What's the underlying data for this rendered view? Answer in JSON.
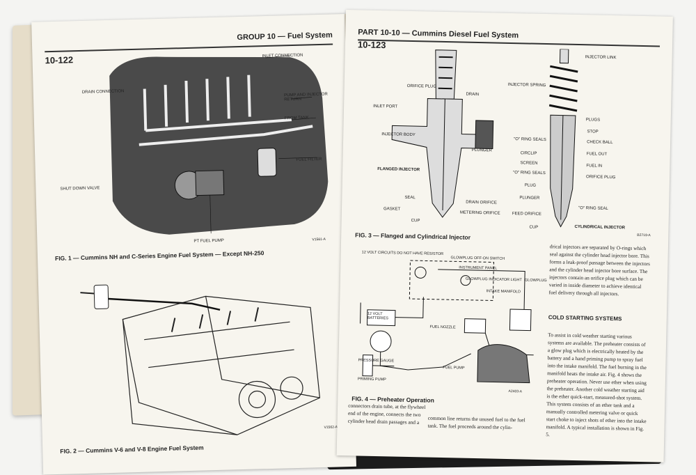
{
  "left_page": {
    "page_number": "10-122",
    "header": "GROUP 10 — Fuel System",
    "fig1": {
      "caption": "FIG. 1 — Cummins NH and C-Series Engine Fuel System — Except NH-250",
      "labels": {
        "inlet_connection": "INLET CONNECTION",
        "drain_connection": "DRAIN CONNECTION",
        "pump_return": "PUMP AND INJECTOR RETURN",
        "from_tank": "FROM TANK",
        "fuel_filter": "FUEL FILTER",
        "shut_down_valve": "SHUT DOWN VALVE",
        "pt_fuel_pump": "PT FUEL PUMP",
        "ref": "V1561-A"
      }
    },
    "fig2": {
      "caption": "FIG. 2 — Cummins V-6 and V-8 Engine Fuel System",
      "ref": "V1562-A"
    },
    "text_bottom": "connectors drain tube, at the flywheel end of the engine, connects the two cylinder head drain passages and a"
  },
  "right_page": {
    "page_number": "10-123",
    "header": "PART 10-10 — Cummins Diesel Fuel System",
    "fig3": {
      "caption": "FIG. 3 — Flanged and Cylindrical Injector",
      "flanged_title": "FLANGED INJECTOR",
      "cylindrical_title": "CYLINDRICAL INJECTOR",
      "flanged_labels": {
        "orifice_plug": "ORIFICE PLUG",
        "inlet_port": "INLET PORT",
        "drain": "DRAIN",
        "injector_body": "INJECTOR BODY",
        "plunger": "PLUNGER",
        "seal": "SEAL",
        "drain_orifice": "DRAIN ORIFICE",
        "gasket": "GASKET",
        "metering_orifice": "METERING ORIFICE",
        "cup": "CUP"
      },
      "cyl_labels": {
        "injector_link": "INJECTOR LINK",
        "injector_spring": "INJECTOR SPRING",
        "plugs": "PLUGS",
        "stop": "STOP",
        "o_ring_seals": "\"O\" RING SEALS",
        "check_ball": "CHECK BALL",
        "circlip": "CIRCLIP",
        "fuel_out": "FUEL OUT",
        "screen": "SCREEN",
        "fuel_in": "FUEL IN",
        "o_ring_seals_2": "\"O\" RING SEALS",
        "orifice_plug": "ORIFICE PLUG",
        "plug": "PLUG",
        "plunger": "PLUNGER",
        "o_ring_seal": "\"O\" RING SEAL",
        "feed_orifice": "FEED ORIFICE",
        "cup": "CUP",
        "ref": "B2719-A"
      }
    },
    "fig4": {
      "caption": "FIG. 4 — Preheater Operation",
      "labels": {
        "note": "12 VOLT CIRCUITS DO NOT HAVE RESISTOR",
        "glowplug_switch": "GLOWPLUG OFF-ON SWITCH",
        "instrument_panel": "INSTRUMENT PANEL",
        "indicator_light": "GLOWPLUG INDICATOR LIGHT",
        "glowplug": "GLOWPLUG",
        "intake_manifold": "INTAKE MANIFOLD",
        "fuel_nozzle": "FUEL NOZZLE",
        "batteries": "12 VOLT BATTERIES",
        "pressure_gauge": "PRESSURE GAUGE",
        "fuel_pump": "FUEL PUMP",
        "priming_pump": "PRIMING PUMP",
        "ref": "A2403-A"
      }
    },
    "column_text": "drical injectors are separated by O-rings which seal against the cylinder head injector bore. This forms a leak-proof passage between the injectors and the cylinder head injector bore surface. The injectors contain an orifice plug which can be varied in inside diameter to achieve identical fuel delivery through all injectors.",
    "section_title": "COLD STARTING SYSTEMS",
    "section_text": "To assist in cold weather starting various systems are available. The preheater consists of a glow plug which is electrically heated by the battery and a hand priming pump to spray fuel into the intake manifold. The fuel burning in the manifold heats the intake air. Fig. 4 shows the preheater operation. Never use ether when using the preheater. Another cold weather starting aid is the ether quick-start, measured-shot system. This system consists of an ether tank and a manually controlled metering valve or quick start choke to inject shots of ether into the intake manifold. A typical installation is shown in Fig. 5.",
    "bottom_text": "common line returns the unused fuel to the fuel tank. The fuel proceeds around the cylin-"
  },
  "colors": {
    "paper": "#f7f5ee",
    "ink": "#222222",
    "engine_fill": "#4a4a4a",
    "cover": "#1c1c1c"
  }
}
